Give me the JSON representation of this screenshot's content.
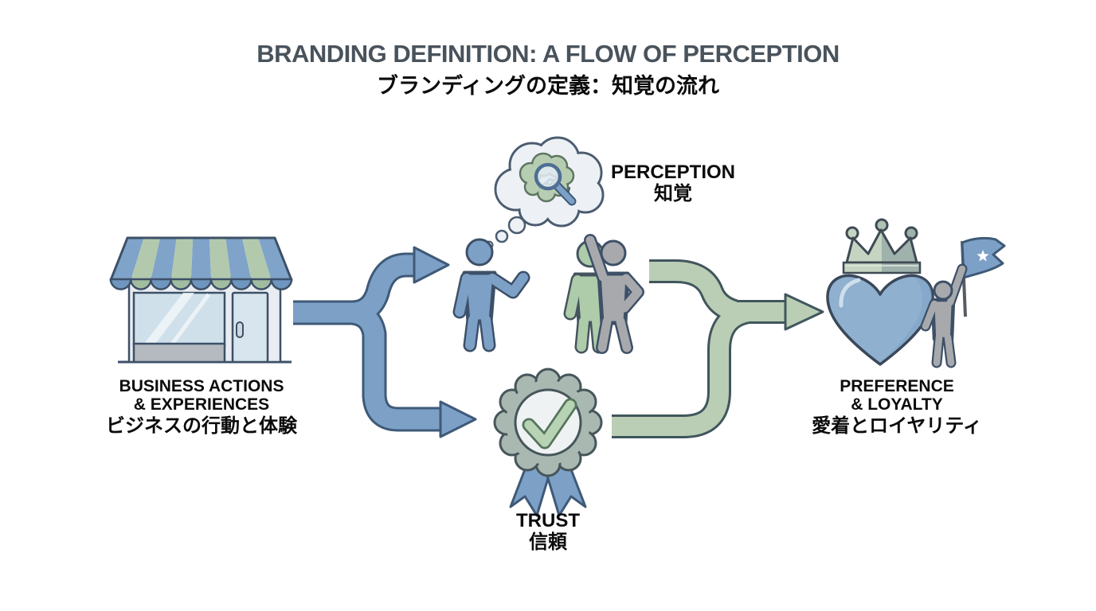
{
  "title": {
    "en": "BRANDING DEFINITION: A FLOW OF PERCEPTION",
    "ja": "ブランディングの定義：知覚の流れ"
  },
  "nodes": {
    "business": {
      "line1": "BUSINESS ACTIONS",
      "line2": "& EXPERIENCES",
      "ja": "ビジネスの行動と体験"
    },
    "perception": {
      "en": "PERCEPTION",
      "ja": "知覚"
    },
    "trust": {
      "en": "TRUST",
      "ja": "信頼"
    },
    "preference": {
      "line1": "PREFERENCE",
      "line2": "& LOYALTY",
      "ja": "愛着とロイヤリティ"
    }
  },
  "icons": [
    "storefront-icon",
    "blue-split-arrow",
    "thought-cloud-icon",
    "brain-icon",
    "magnifier-icon",
    "people-group-icon",
    "trust-badge-icon",
    "green-merge-arrow",
    "crown-icon",
    "heart-icon",
    "flag-bearer-icon",
    "star-flag-icon"
  ],
  "colors": {
    "background": "#ffffff",
    "title_text": "#49535c",
    "body_text": "#0b0b0b",
    "blue_fill": "#7da0c7",
    "blue_outline": "#3f5a78",
    "green_fill": "#b9ceb5",
    "green_outline": "#41565c",
    "gray_fill": "#a7a9ac",
    "dark_outline": "#3d5068",
    "cloud_fill": "#edf1f5",
    "badge_fill": "#a9b8b1",
    "heart_fill": "#8fb0ce"
  }
}
